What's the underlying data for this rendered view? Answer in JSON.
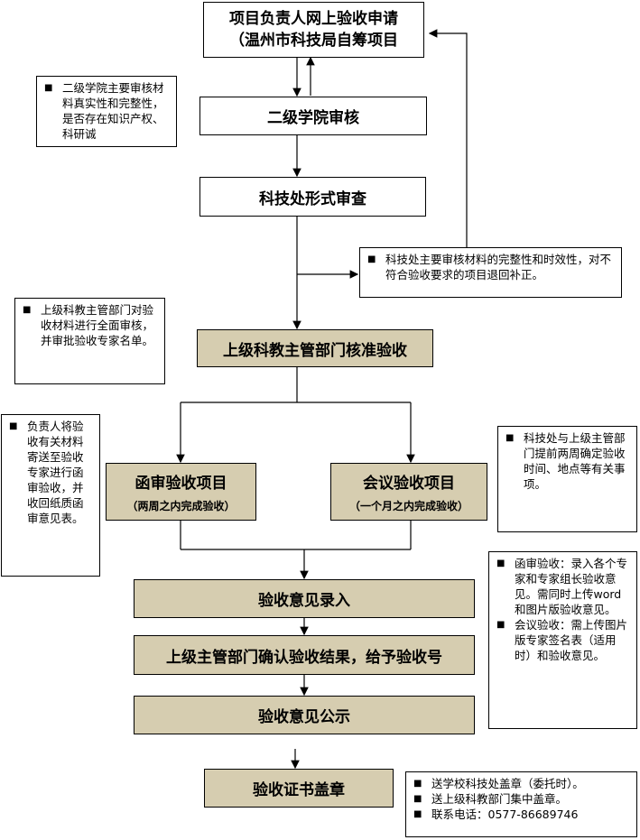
{
  "steps": {
    "apply_line1": "项目负责人网上验收申请",
    "apply_line2": "（温州市科技局自筹项目",
    "college_review": "二级学院审核",
    "formal_review": "科技处形式审查",
    "approval": "上级科教主管部门核准验收",
    "letter_review": "函审验收项目",
    "letter_review_sub": "（两周之内完成验收）",
    "meeting_review": "会议验收项目",
    "meeting_review_sub": "（一个月之内完成验收）",
    "opinion_entry": "验收意见录入",
    "confirm_result": "上级主管部门确认验收结果，给予验收号",
    "publicity": "验收意见公示",
    "stamp": "验收证书盖章"
  },
  "notes": {
    "college": "二级学院主要审核材料真实性和完整性，是否存在知识产权、科研诚",
    "formal": "科技处主要审核材料的完整性和时效性，对不符合验收要求的项目退回补正。",
    "approval": "上级科教主管部门对验收材料进行全面审核，并审批验收专家名单。",
    "letter": "负责人将验收有关材料寄送至验收专家进行函审验收，并收回纸质函审意见表。",
    "meeting": "科技处与上级主管部门提前两周确定验收时间、地点等有关事项。",
    "entry_items": [
      "函审验收：录入各个专家和专家组长验收意见。需同时上传word和图片版验收意见。",
      "会议验收：需上传图片版专家签名表（适用时）和验收意见。"
    ],
    "stamp_items": [
      "送学校科技处盖章（委托时）。",
      "送上级科教部门集中盖章。",
      "联系电话：0577-86689746"
    ]
  }
}
